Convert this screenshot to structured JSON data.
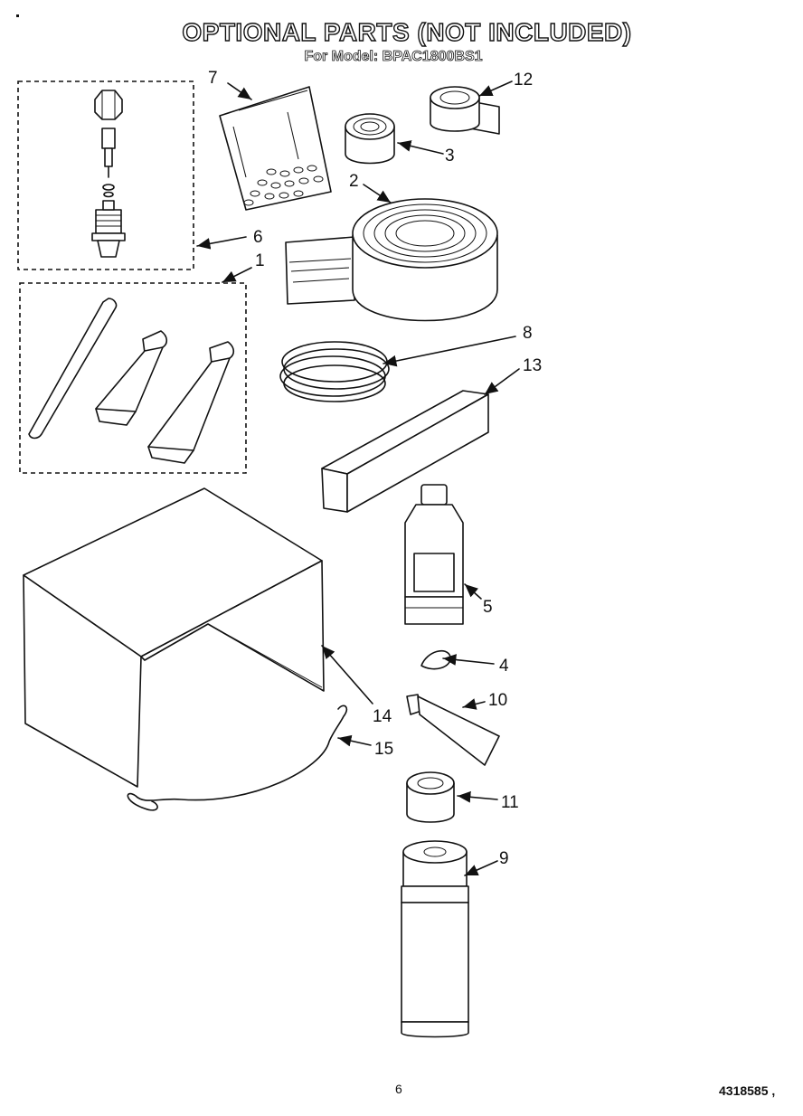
{
  "header": {
    "title": "OPTIONAL PARTS (NOT INCLUDED)",
    "subtitle": "For Model: BPAC1800BS1"
  },
  "callouts": [
    "7",
    "12",
    "3",
    "2",
    "6",
    "1",
    "8",
    "13",
    "5",
    "4",
    "10",
    "14",
    "15",
    "11",
    "9"
  ],
  "footer": {
    "page_number": "6",
    "doc_number": "4318585 ,"
  }
}
